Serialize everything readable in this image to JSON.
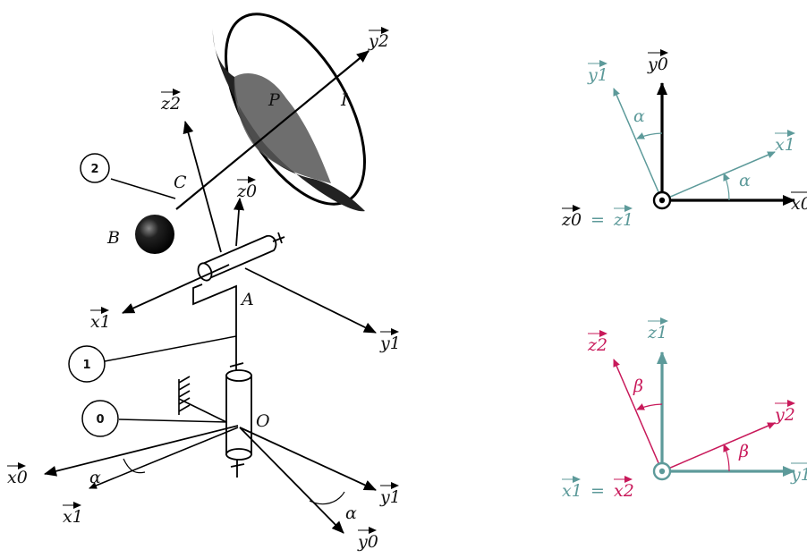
{
  "figure": {
    "vectors": {
      "x0": "x0",
      "x1": "x1",
      "x2": "x2",
      "y0": "y0",
      "y1": "y1",
      "y2": "y2",
      "z0": "z0",
      "z1": "z1",
      "z2": "z2"
    },
    "points": {
      "P": "P",
      "I": "I",
      "C": "C",
      "B": "B",
      "A": "A",
      "O": "O"
    },
    "parts": {
      "part0": "0",
      "part1": "1",
      "part2": "2"
    },
    "angles": {
      "alpha": "α",
      "beta": "β"
    },
    "equalities": {
      "eq": "="
    }
  },
  "colors": {
    "frame0": "#000000",
    "frame1": "#5d9a9a",
    "frame2": "#c8195a",
    "ink": "#111111"
  }
}
